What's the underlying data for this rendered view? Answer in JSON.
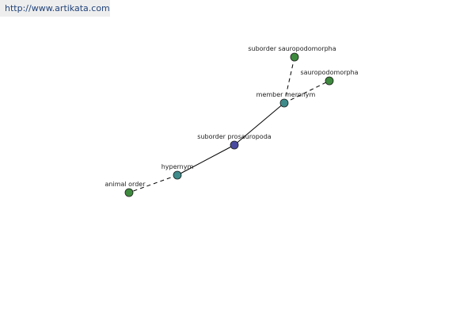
{
  "watermark": "http://www.artikata.com",
  "colors": {
    "central_node": "#4a4aa0",
    "relation_node": "#3f8b8b",
    "leaf_node": "#3e8a3e",
    "node_stroke": "#1d1d1d",
    "edge": "#000000"
  },
  "nodes": {
    "center": {
      "label": "suborder prosauropoda",
      "kind": "central"
    },
    "hypernym": {
      "label": "hypernym",
      "kind": "relation"
    },
    "member_meronym": {
      "label": "member meronym",
      "kind": "relation"
    },
    "animal_order": {
      "label": "animal order",
      "kind": "leaf"
    },
    "suborder_sauropodomorpha": {
      "label": "suborder sauropodomorpha",
      "kind": "leaf"
    },
    "sauropodomorpha": {
      "label": "sauropodomorpha",
      "kind": "leaf"
    }
  },
  "edges": [
    {
      "from": "center",
      "to": "hypernym",
      "style": "solid"
    },
    {
      "from": "center",
      "to": "member_meronym",
      "style": "solid"
    },
    {
      "from": "hypernym",
      "to": "animal_order",
      "style": "dashed"
    },
    {
      "from": "member_meronym",
      "to": "suborder_sauropodomorpha",
      "style": "dashed"
    },
    {
      "from": "member_meronym",
      "to": "sauropodomorpha",
      "style": "dashed"
    }
  ]
}
